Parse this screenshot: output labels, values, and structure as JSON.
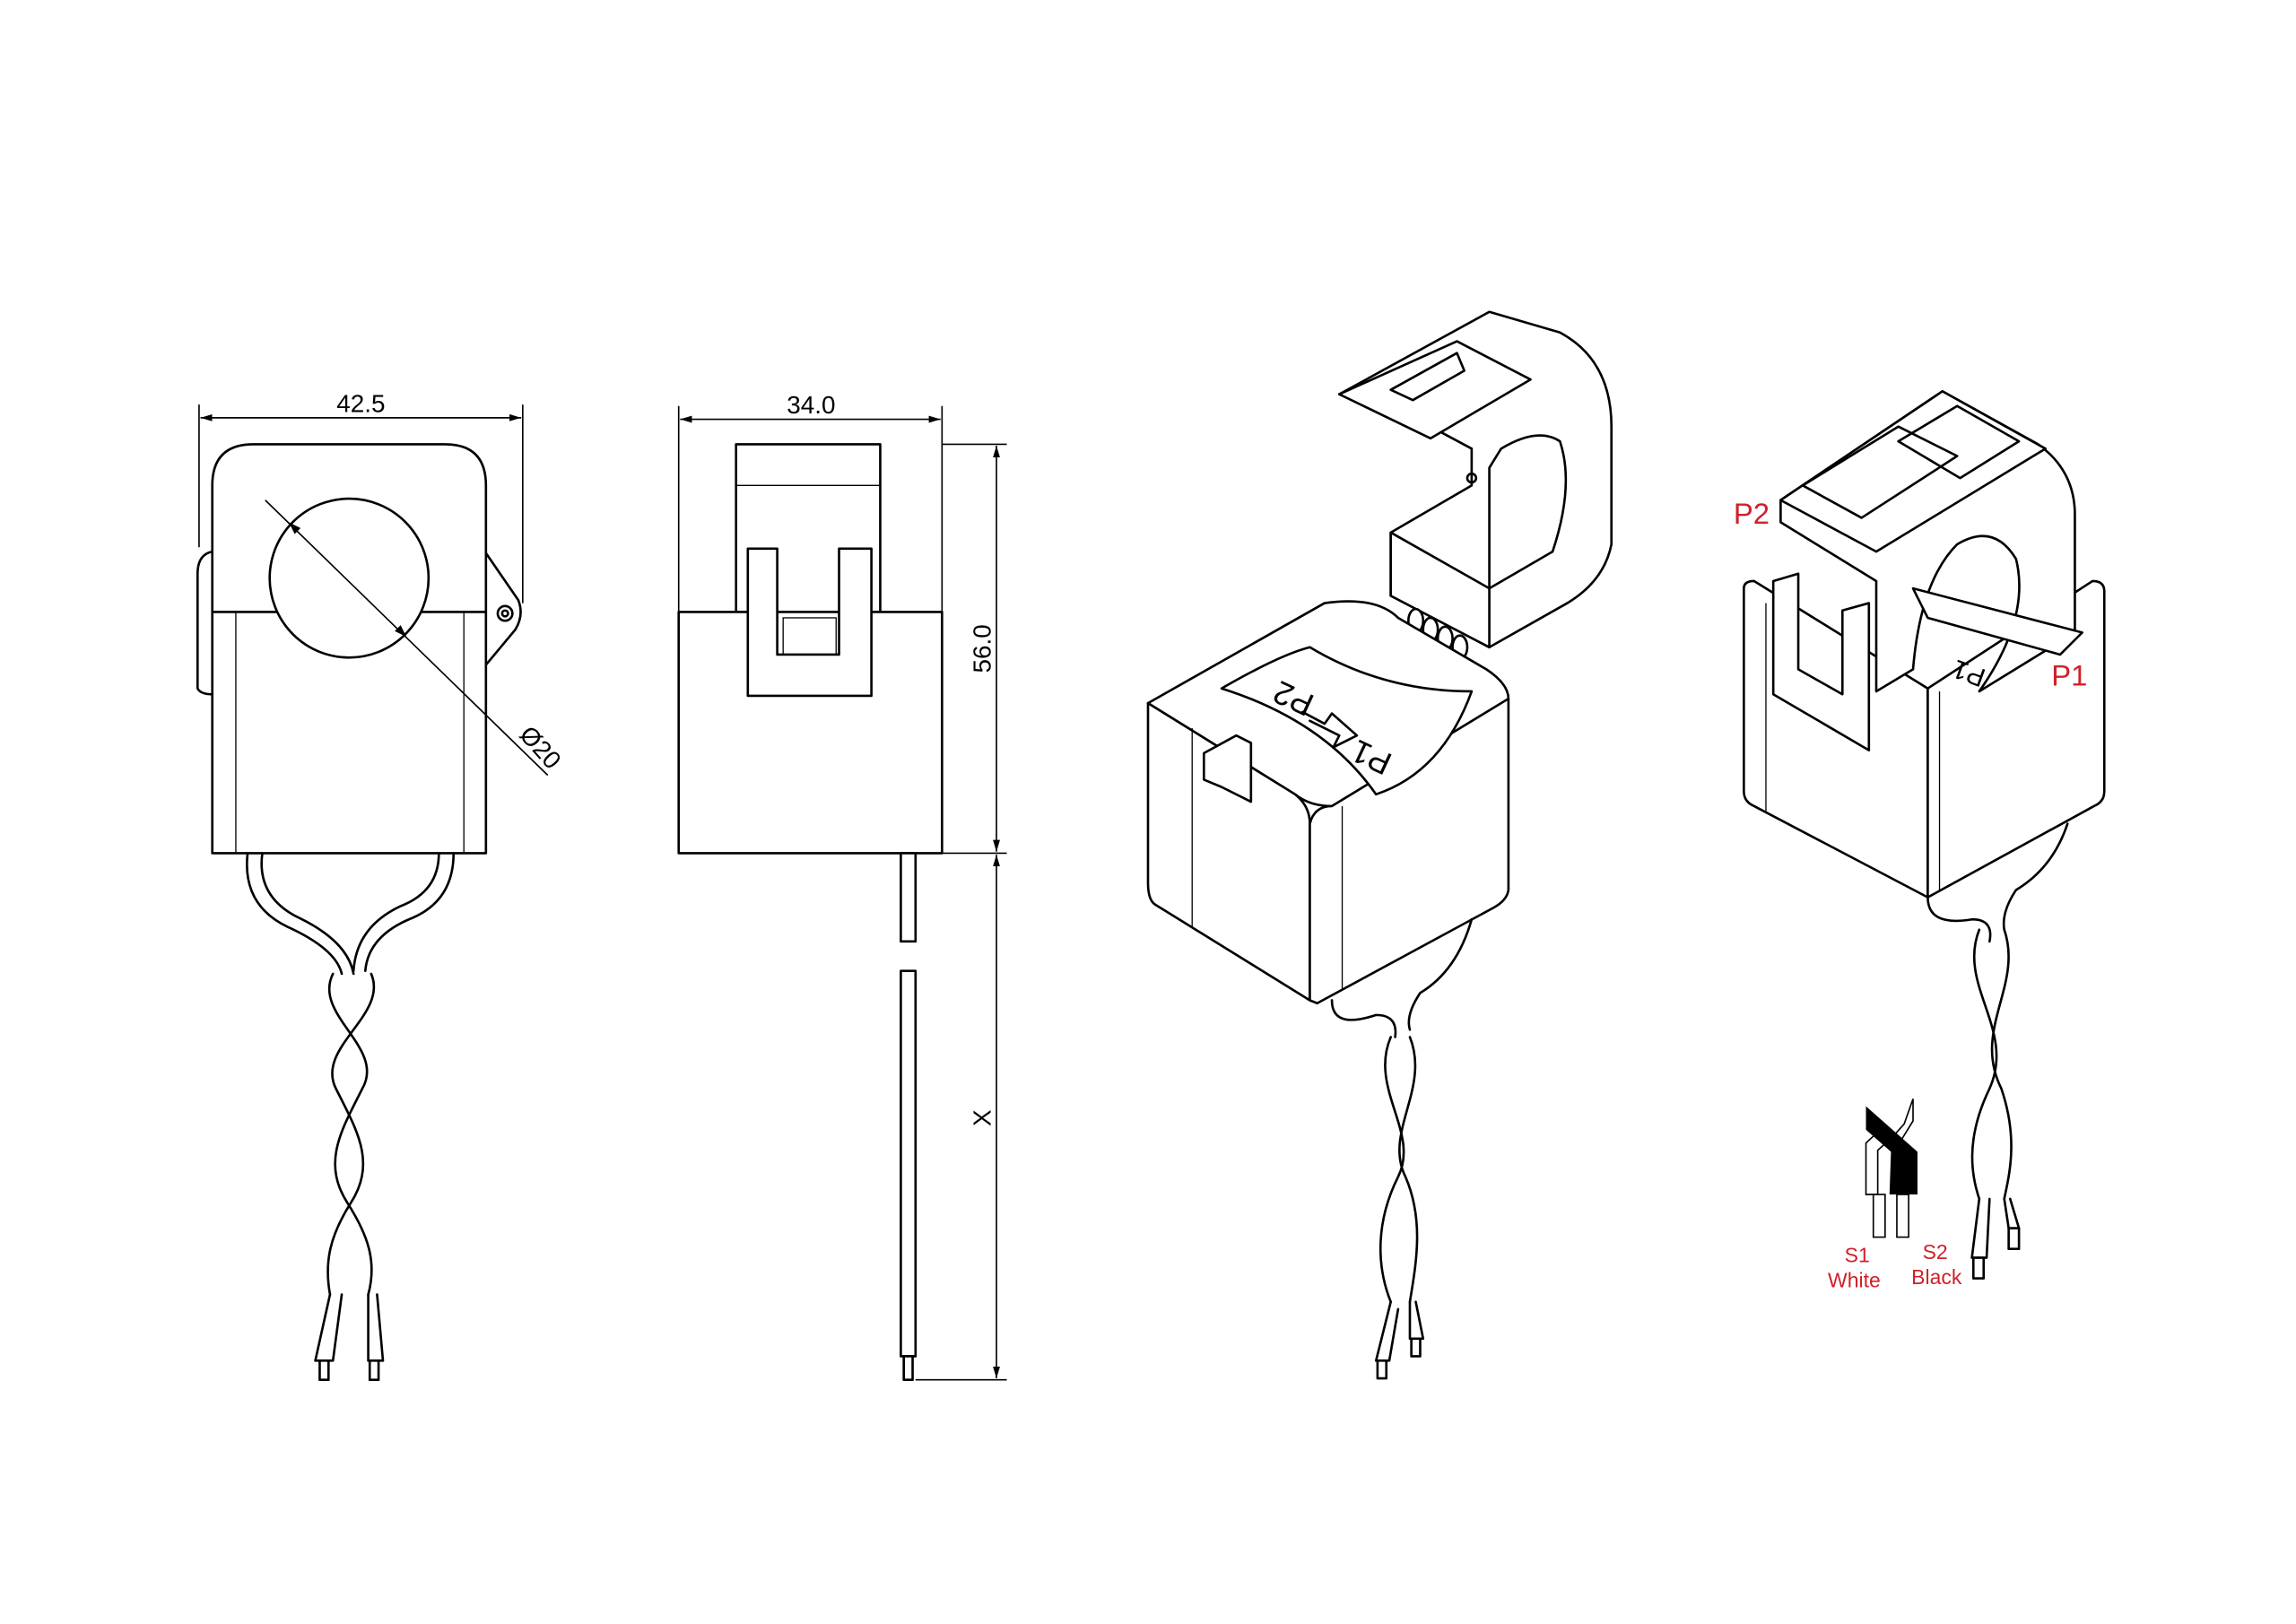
{
  "front_view": {
    "width_label": "42.5",
    "diameter_label": "Ø20"
  },
  "side_view": {
    "depth_label": "34.0",
    "height_label": "56.0",
    "lead_length_label": "X"
  },
  "open_view": {
    "arrow_from": "P1",
    "arrow_to": "P2"
  },
  "closed_view": {
    "primary_in": "P1",
    "primary_out": "P2"
  },
  "wiring_legend": {
    "s1_label": "S1",
    "s1_color": "White",
    "s2_label": "S2",
    "s2_color": "Black"
  },
  "colors": {
    "annotation_red": "#d0202a",
    "line": "#000000"
  }
}
